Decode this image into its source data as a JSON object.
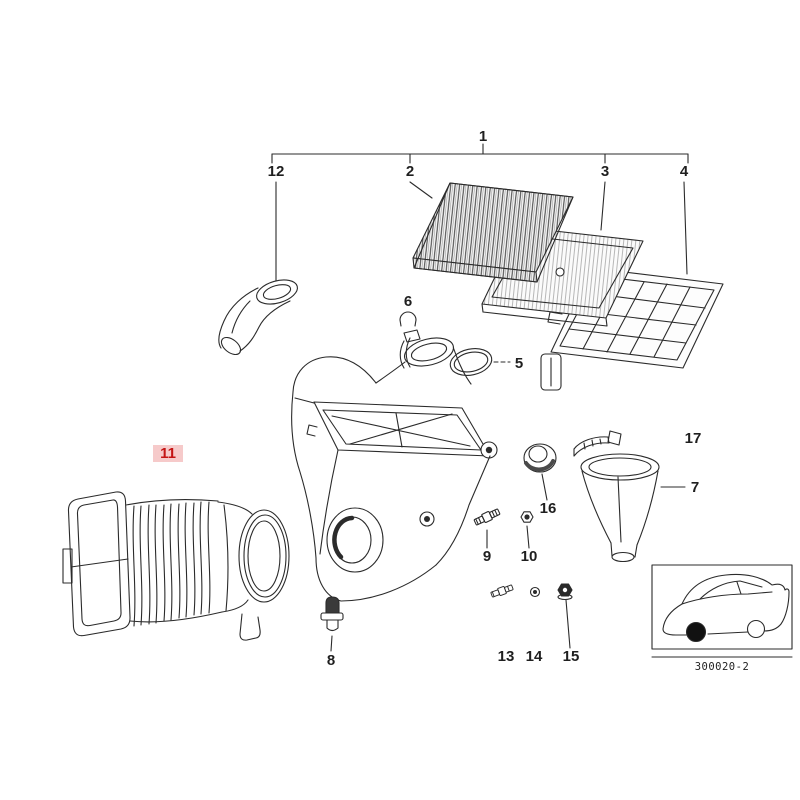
{
  "page": {
    "background_color": "#ffffff"
  },
  "diagram": {
    "kind": "exploded-parts-diagram",
    "line_color": "#2b2b2b",
    "callouts": [
      "1",
      "12",
      "2",
      "3",
      "4",
      "6",
      "5",
      "17",
      "7",
      "16",
      "9",
      "10",
      "11",
      "8",
      "13",
      "14",
      "15"
    ],
    "highlighted_callout": "11",
    "highlight_text_color": "#c41414",
    "highlight_background_color": "#f6caca",
    "footer": {
      "drawing_code": "300020-2"
    },
    "icons": {
      "thumbnail": "car-side-silhouette-icon"
    }
  }
}
